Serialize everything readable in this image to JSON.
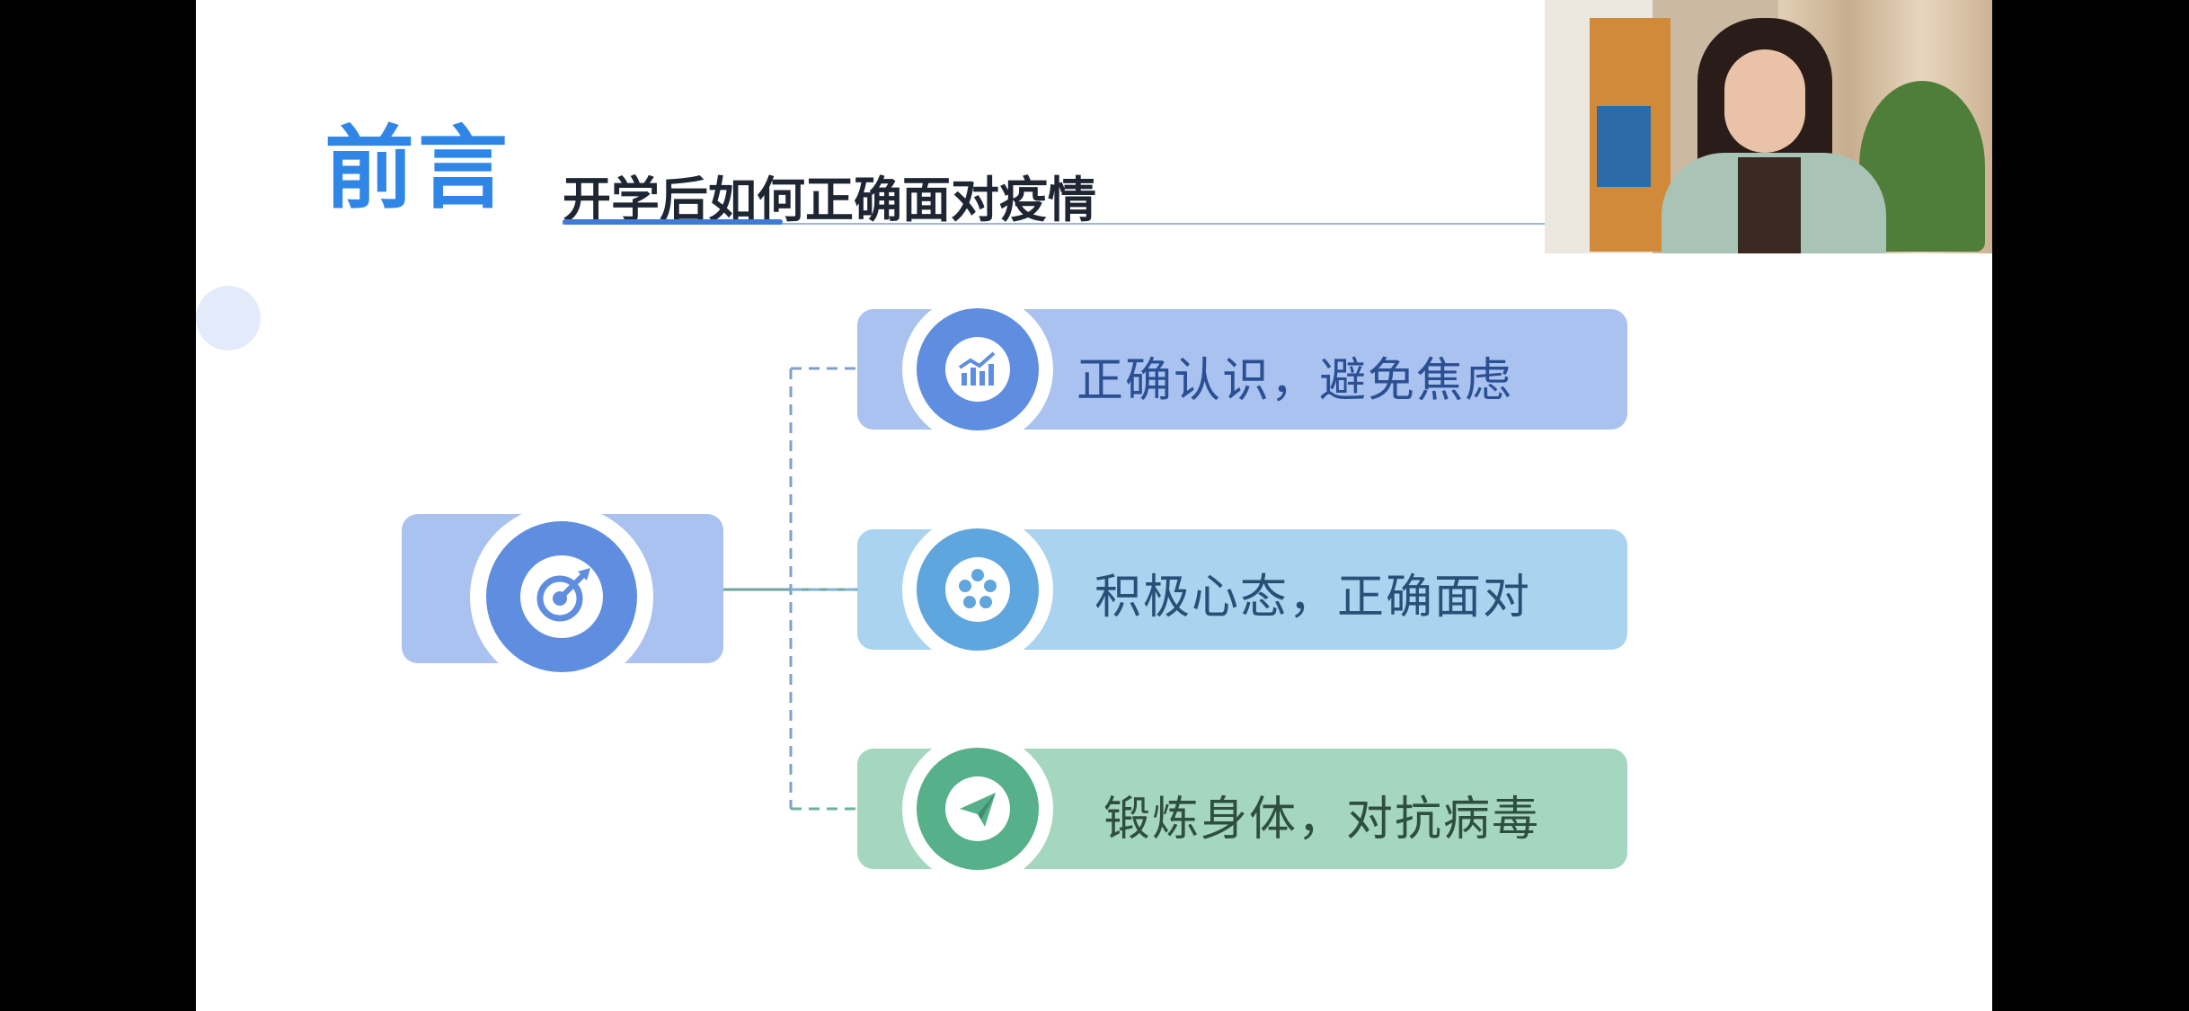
{
  "slide": {
    "title": "前言",
    "subtitle": "开学后如何正确面对疫情",
    "center": {
      "icon": "target-icon"
    },
    "items": [
      {
        "label": "正确认识，避免焦虑",
        "icon": "chart-icon",
        "box_color": "#a9c2ef",
        "core_color": "#5f8ee0",
        "text_color": "#2b4f93"
      },
      {
        "label": "积极心态，正确面对",
        "icon": "film-reel-icon",
        "box_color": "#a9d3ef",
        "core_color": "#5fa6df",
        "text_color": "#2a4f76"
      },
      {
        "label": "锻炼身体，对抗病毒",
        "icon": "paper-plane-icon",
        "box_color": "#a5d6bf",
        "core_color": "#56b08a",
        "text_color": "#2e4f40"
      }
    ]
  },
  "colors": {
    "title": "#2f86e6",
    "subtitle_underline": "#3e7ad6"
  },
  "video_overlay": {
    "icon": "webcam-presenter-icon"
  }
}
